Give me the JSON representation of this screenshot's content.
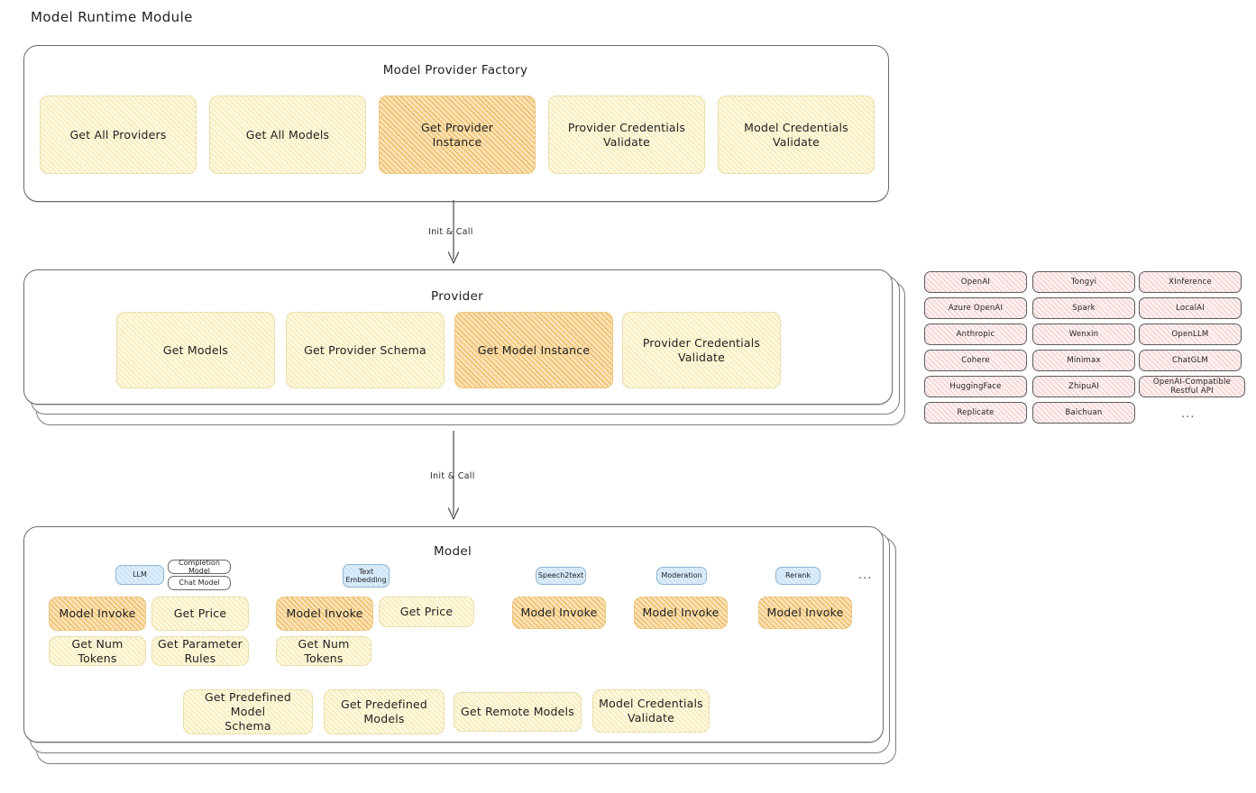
{
  "page": {
    "title": "Model Runtime Module"
  },
  "factory": {
    "title": "Model Provider Factory",
    "cards": [
      {
        "label": "Get All Providers",
        "highlight": false
      },
      {
        "label": "Get All Models",
        "highlight": false
      },
      {
        "label": "Get Provider\nInstance",
        "highlight": true
      },
      {
        "label": "Provider Credentials\nValidate",
        "highlight": false
      },
      {
        "label": "Model Credentials\nValidate",
        "highlight": false
      }
    ]
  },
  "arrows": [
    {
      "label": "Init & Call"
    },
    {
      "label": "Init & Call"
    }
  ],
  "provider": {
    "title": "Provider",
    "cards": [
      {
        "label": "Get Models",
        "highlight": false
      },
      {
        "label": "Get Provider Schema",
        "highlight": false
      },
      {
        "label": "Get Model Instance",
        "highlight": true
      },
      {
        "label": "Provider Credentials\nValidate",
        "highlight": false
      }
    ]
  },
  "provider_list": {
    "columns": [
      [
        "OpenAI",
        "Azure OpenAI",
        "Anthropic",
        "Cohere",
        "HuggingFace",
        "Replicate"
      ],
      [
        "Tongyi",
        "Spark",
        "Wenxin",
        "Minimax",
        "ZhipuAI",
        "Baichuan"
      ],
      [
        "XInference",
        "LocalAI",
        "OpenLLM",
        "ChatGLM",
        "OpenAI-Compatible Restful API"
      ]
    ],
    "more": "..."
  },
  "model": {
    "title": "Model",
    "more": "...",
    "types": [
      {
        "badge": "LLM",
        "badge_style": "blue",
        "sub_badges": [
          "Completion Model",
          "Chat Model"
        ],
        "cards": [
          {
            "label": "Model Invoke",
            "highlight": true
          },
          {
            "label": "Get Price",
            "highlight": false
          },
          {
            "label": "Get Num Tokens",
            "highlight": false
          },
          {
            "label": "Get Parameter\nRules",
            "highlight": false
          }
        ]
      },
      {
        "badge": "Text\nEmbedding",
        "badge_style": "blue",
        "sub_badges": [],
        "cards": [
          {
            "label": "Model Invoke",
            "highlight": true
          },
          {
            "label": "Get Price",
            "highlight": false
          },
          {
            "label": "Get Num Tokens",
            "highlight": false
          }
        ]
      },
      {
        "badge": "Speech2text",
        "badge_style": "blue",
        "sub_badges": [],
        "cards": [
          {
            "label": "Model Invoke",
            "highlight": true
          }
        ]
      },
      {
        "badge": "Moderation",
        "badge_style": "blue",
        "sub_badges": [],
        "cards": [
          {
            "label": "Model Invoke",
            "highlight": true
          }
        ]
      },
      {
        "badge": "Rerank",
        "badge_style": "blue",
        "sub_badges": [],
        "cards": [
          {
            "label": "Model Invoke",
            "highlight": true
          }
        ]
      }
    ],
    "shared_cards": [
      {
        "label": "Get Predefined Model\nSchema",
        "highlight": false
      },
      {
        "label": "Get Predefined\nModels",
        "highlight": false
      },
      {
        "label": "Get Remote Models",
        "highlight": false
      },
      {
        "label": "Model Credentials\nValidate",
        "highlight": false
      }
    ]
  },
  "colors": {
    "card_yellow": "#fdf8e0",
    "card_orange": "#fbe3b6",
    "chip_pink": "#fdf1f1",
    "badge_blue": "#dcedfa",
    "outline": "#6d6d6d"
  }
}
